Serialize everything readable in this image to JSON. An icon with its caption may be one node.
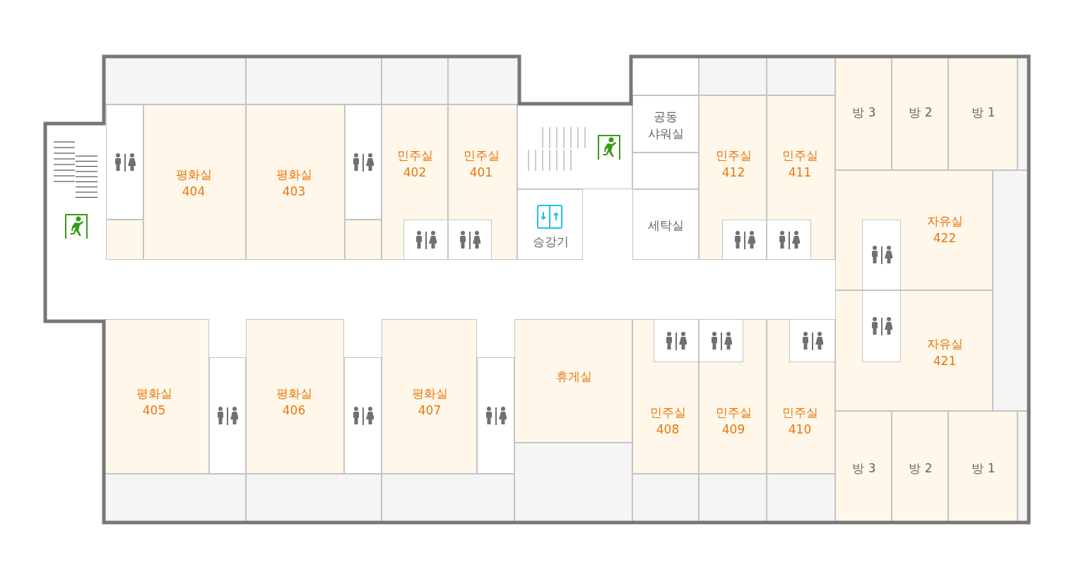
{
  "diagram": {
    "nodes": [
      {
        "text": [
          "방 3"
        ]
      },
      {
        "text": [
          "방 2"
        ]
      },
      {
        "text": [
          "방 1"
        ]
      },
      {
        "text": [
          "공동 샤워실"
        ]
      },
      {
        "text": [
          "민주실 402"
        ]
      },
      {
        "text": [
          "민주실 401"
        ]
      },
      {
        "text": [
          "민주실 412"
        ]
      },
      {
        "text": [
          "민주실 411"
        ]
      },
      {
        "text": [
          "평화실 404"
        ]
      },
      {
        "text": [
          "평화실 403"
        ]
      },
      {
        "text": [
          "자유실 422"
        ]
      },
      {
        "text": [
          "세탁실"
        ]
      },
      {
        "text": [
          "승강기"
        ]
      },
      {
        "text": [
          "자유실 421"
        ]
      },
      {
        "text": [
          "휴게실"
        ]
      },
      {
        "text": [
          "평화실 405"
        ]
      },
      {
        "text": [
          "평화실 406"
        ]
      },
      {
        "text": [
          "평화실 407"
        ]
      },
      {
        "text": [
          "민주실 408"
        ]
      },
      {
        "text": [
          "민주실 409"
        ]
      },
      {
        "text": [
          "민주실 410"
        ]
      },
      {
        "text": [
          "방 3"
        ]
      },
      {
        "text": [
          "방 2"
        ]
      },
      {
        "text": [
          "방 1"
        ]
      },
      {
        "text": [],
        "shape": "box"
      },
      {
        "text": [],
        "shape": "box"
      },
      {
        "text": [],
        "shape": "box"
      },
      {
        "text": [],
        "shape": "box"
      },
      {
        "text": [],
        "shape": "box"
      },
      {
        "text": [],
        "shape": "box"
      },
      {
        "text": [],
        "shape": "box"
      },
      {
        "text": [],
        "shape": "box"
      },
      {
        "text": [],
        "shape": "box"
      },
      {
        "text": [],
        "shape": "box"
      },
      {
        "text": [],
        "shape": "box"
      },
      {
        "text": [],
        "shape": "box"
      },
      {
        "text": [],
        "shape": "box"
      },
      {
        "text": [],
        "shape": "box"
      },
      {
        "text": [],
        "shape": "box"
      },
      {
        "text": [],
        "shape": "box"
      },
      {
        "text": [],
        "shape": "box"
      },
      {
        "text": [],
        "shape": "box"
      },
      {
        "text": [],
        "shape": "box"
      },
      {
        "text": [],
        "shape": "box"
      },
      {
        "text": [],
        "shape": "box"
      }
    ]
  }
}
